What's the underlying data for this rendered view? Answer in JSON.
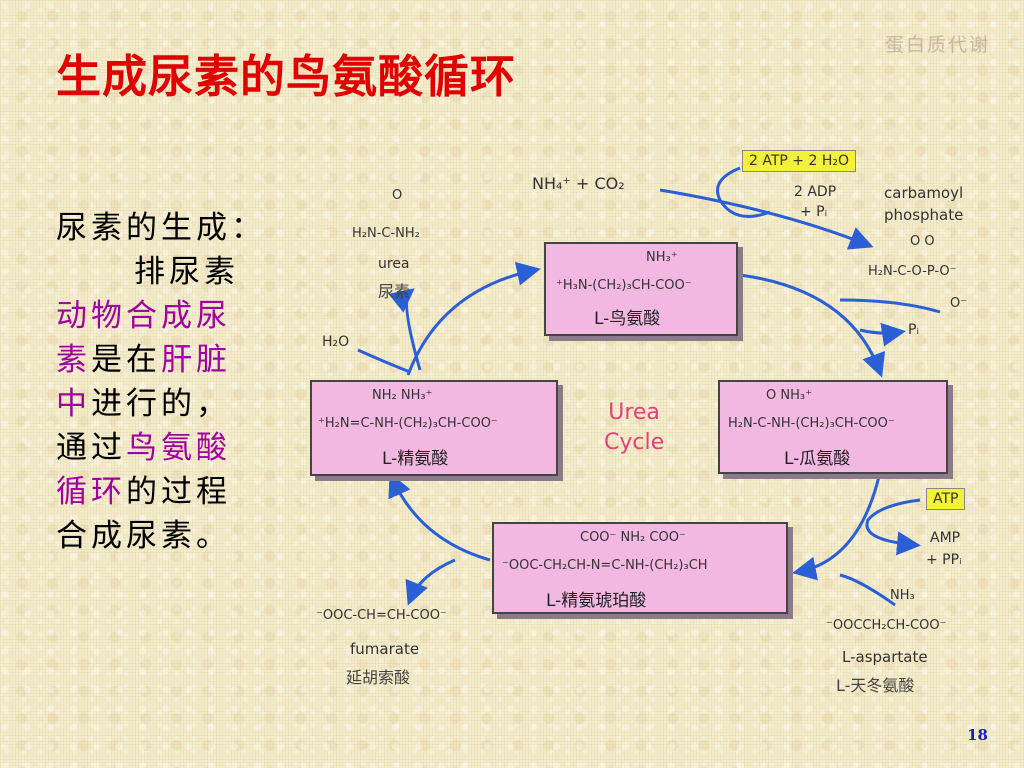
{
  "slide": {
    "title": "生成尿素的鸟氨酸循环",
    "topic": "蛋白质代谢",
    "page_number": "18"
  },
  "text": {
    "line1": "尿素的生成：",
    "line2": "排尿素",
    "line3": "动物合成尿",
    "line4a": "素",
    "line4b": "是在",
    "line4c": "肝脏",
    "line5a": "中",
    "line5b": "进行的，",
    "line6a": "通过",
    "line6b": "鸟氨酸",
    "line7a": "循环",
    "line7b": "的过程",
    "line8": "合成尿素。"
  },
  "colors": {
    "title": "#e00000",
    "highlight": "#a000a0",
    "box_fill": "#f2b8e2",
    "arrow": "#2a5fd6",
    "cycle_label": "#e0417a",
    "atp_box": "#f4f13a"
  },
  "diagram": {
    "cycle_label_1": "Urea",
    "cycle_label_2": "Cycle",
    "ornithine": {
      "formula_top": "NH₃⁺",
      "formula": "⁺H₃N-(CH₂)₃CH-COO⁻",
      "name": "L-鸟氨酸"
    },
    "citrulline": {
      "formula_top": "O          NH₃⁺",
      "formula": "H₂N-C-NH-(CH₂)₃CH-COO⁻",
      "name": "L-瓜氨酸"
    },
    "arginine": {
      "formula_top": "NH₂           NH₃⁺",
      "formula": "⁺H₂N=C-NH-(CH₂)₃CH-COO⁻",
      "name": "L-精氨酸"
    },
    "argininosuccinate": {
      "formula_top": "COO⁻  NH₂            COO⁻",
      "formula": "⁻OOC-CH₂CH-N=C-NH-(CH₂)₃CH",
      "name": "L-精氨琥珀酸"
    },
    "urea": {
      "formula_top": "O",
      "formula": "H₂N-C-NH₂",
      "name": "urea",
      "name_cn": "尿素"
    },
    "h2o": "H₂O",
    "nh4_co2": "NH₄⁺ + CO₂",
    "atp2": "2 ATP + 2 H₂O",
    "adp2": "2 ADP",
    "pi_plus": "+ Pᵢ",
    "carbamoyl_1": "carbamoyl",
    "carbamoyl_2": "phosphate",
    "carbamoyl_formula_top": "O       O",
    "carbamoyl_formula": "H₂N-C-O-P-O⁻",
    "carbamoyl_formula_bottom": "O⁻",
    "pi": "Pᵢ",
    "atp": "ATP",
    "amp": "AMP",
    "ppi": "+ PPᵢ",
    "aspartate_top": "NH₃",
    "aspartate_formula": "⁻OOCCH₂CH-COO⁻",
    "aspartate_name": "L-aspartate",
    "aspartate_cn": "L-天冬氨酸",
    "fumarate_formula": "⁻OOC-CH=CH-COO⁻",
    "fumarate_name": "fumarate",
    "fumarate_cn": "延胡索酸"
  }
}
